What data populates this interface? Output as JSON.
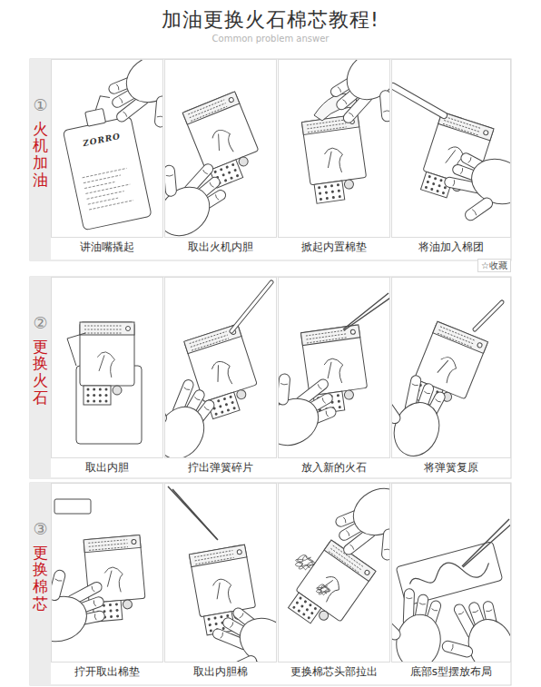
{
  "diagram": {
    "title": "加油更换火石棉芯教程!",
    "nodes": [
      {
        "text": [
          "①",
          "火机加油"
        ]
      },
      {
        "text": [
          "讲油嘴撬起"
        ]
      },
      {
        "text": [
          "取出火机内胆"
        ]
      },
      {
        "text": [
          "掀起内置棉垫"
        ]
      },
      {
        "text": [
          "将油加入棉团"
        ]
      },
      {
        "text": [
          "②",
          "更换火石"
        ]
      },
      {
        "text": [
          "取出内胆"
        ]
      },
      {
        "text": [
          "拧出弹簧碎片"
        ]
      },
      {
        "text": [
          "放入新的火石"
        ]
      },
      {
        "text": [
          "将弹簧复原"
        ]
      },
      {
        "text": [
          "③",
          "更换棉芯"
        ]
      },
      {
        "text": [
          "拧开取出棉垫"
        ]
      },
      {
        "text": [
          "取出内胆棉"
        ]
      },
      {
        "text": [
          "更换棉芯头部拉出"
        ]
      },
      {
        "text": [
          "底部s型摆放布局"
        ]
      }
    ],
    "labels": [
      "Common problem answer",
      "☆收藏",
      "ZORRO"
    ]
  }
}
